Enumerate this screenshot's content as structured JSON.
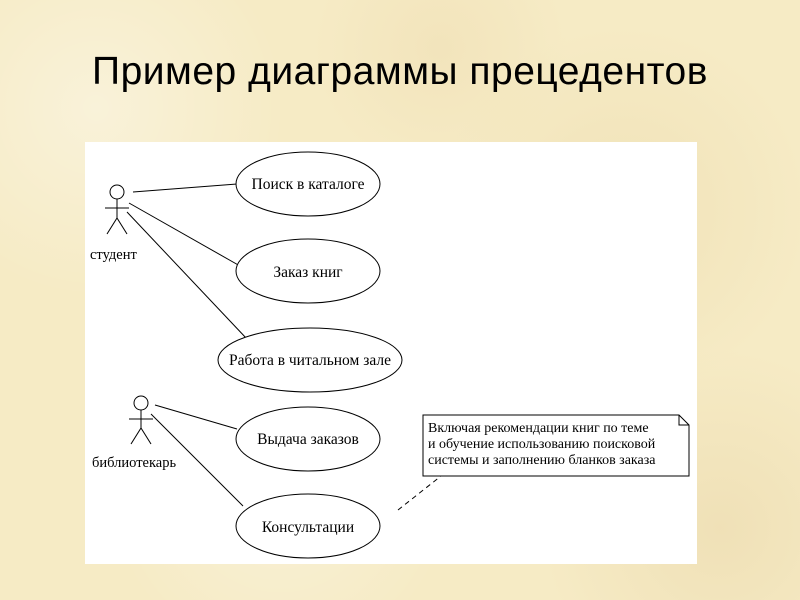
{
  "slide": {
    "title": "Пример диаграммы прецедентов"
  },
  "diagram": {
    "actors": [
      {
        "id": "student",
        "label": "студент"
      },
      {
        "id": "librarian",
        "label": "библиотекарь"
      }
    ],
    "use_cases": [
      {
        "id": "catalog_search",
        "label": "Поиск в каталоге"
      },
      {
        "id": "book_order",
        "label": "Заказ книг"
      },
      {
        "id": "reading_room",
        "label": "Работа в читальном зале"
      },
      {
        "id": "order_issue",
        "label": "Выдача заказов"
      },
      {
        "id": "consultations",
        "label": "Консультации"
      }
    ],
    "associations": [
      {
        "actor": "student",
        "use_case": "catalog_search"
      },
      {
        "actor": "student",
        "use_case": "book_order"
      },
      {
        "actor": "student",
        "use_case": "reading_room"
      },
      {
        "actor": "librarian",
        "use_case": "order_issue"
      },
      {
        "actor": "librarian",
        "use_case": "consultations"
      }
    ],
    "note": {
      "attached_to": "consultations",
      "lines": [
        "Включая рекомендации книг по теме",
        "и обучение использованию поисковой",
        "системы и заполнению бланков заказа"
      ]
    }
  },
  "colors": {
    "background": "#f6ebc5",
    "panel": "#ffffff",
    "ink": "#000000"
  }
}
